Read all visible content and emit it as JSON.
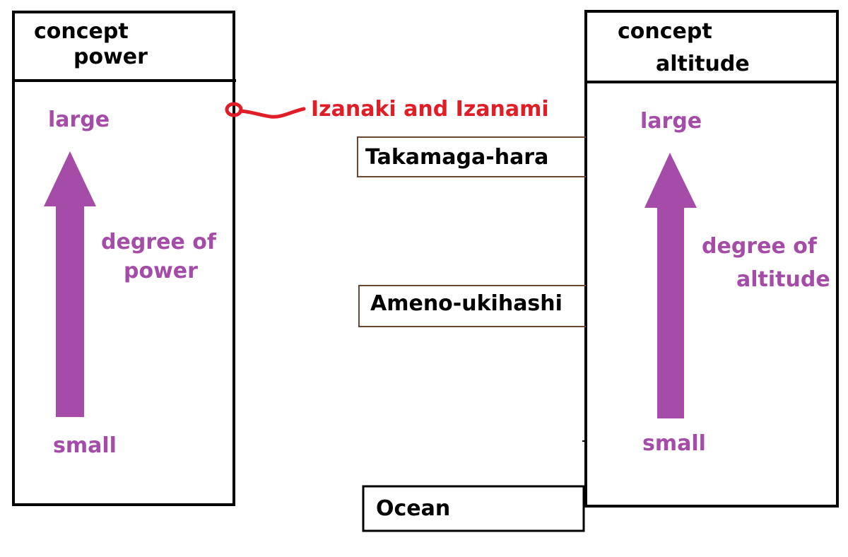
{
  "left_panel": {
    "header_line1": "concept",
    "header_line2": "power",
    "top_label": "large",
    "bottom_label": "small",
    "side_label_line1": "degree of",
    "side_label_line2": "power"
  },
  "right_panel": {
    "header_line1": "concept",
    "header_line2": "altitude",
    "top_label": "large",
    "bottom_label": "small",
    "side_label_line1": "degree of",
    "side_label_line2": "altitude"
  },
  "annotation": {
    "text": "Izanaki and Izanami"
  },
  "levels": [
    {
      "label": "Takamaga-hara"
    },
    {
      "label": "Ameno-ukihashi"
    },
    {
      "label": "Ocean"
    }
  ],
  "colors": {
    "arrow": "#a44ca7",
    "annotation": "#e11d26",
    "box_border": "#6b4630",
    "frame": "#000000"
  }
}
